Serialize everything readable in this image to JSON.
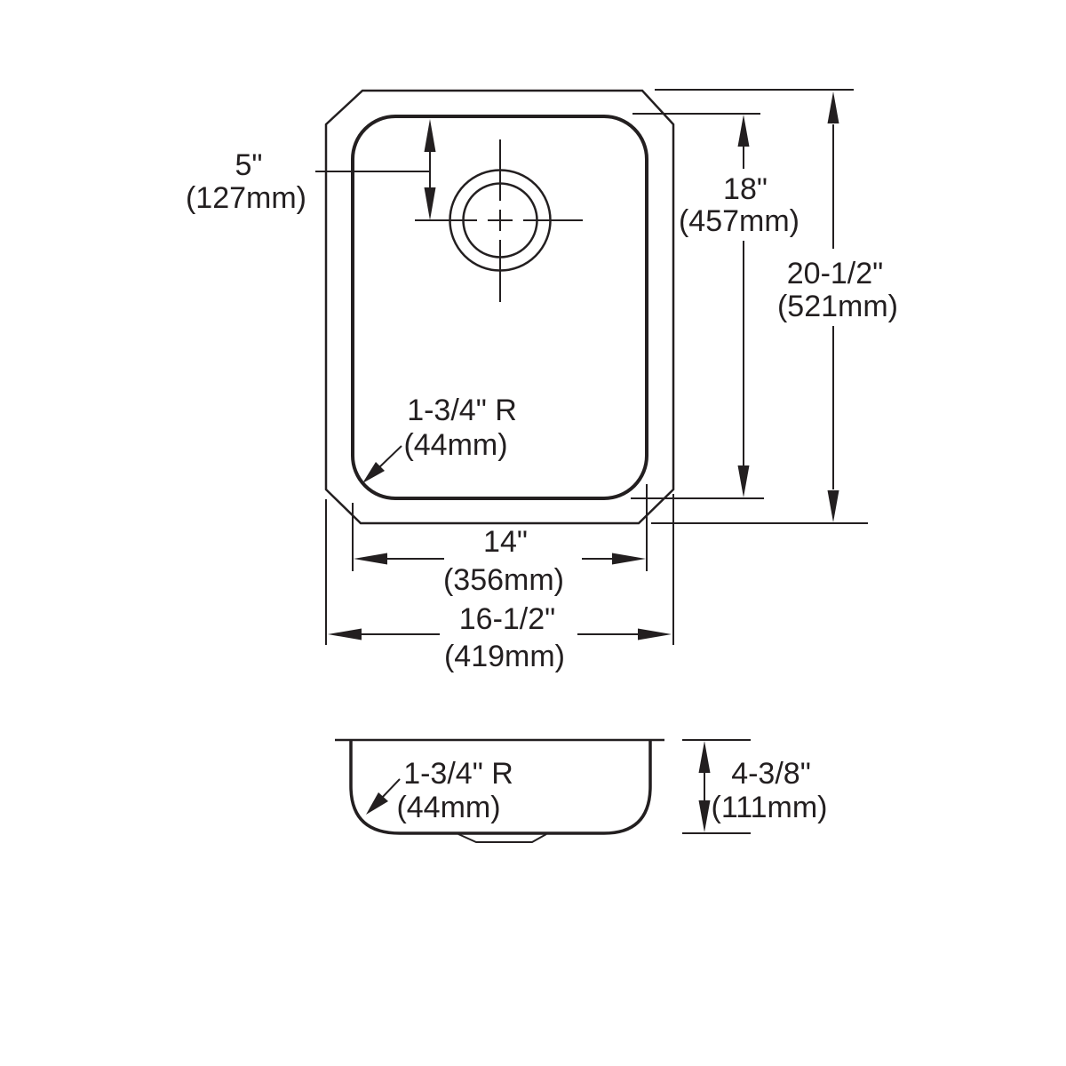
{
  "colors": {
    "line": "#231f20",
    "background": "#ffffff"
  },
  "top_view": {
    "drain_offset": {
      "in": "5\"",
      "mm": "(127mm)"
    },
    "bowl_length": {
      "in": "18\"",
      "mm": "(457mm)"
    },
    "overall_length": {
      "in": "20-1/2\"",
      "mm": "(521mm)"
    },
    "corner_radius": {
      "in": "1-3/4\" R",
      "mm": "(44mm)"
    },
    "bowl_width": {
      "in": "14\"",
      "mm": "(356mm)"
    },
    "overall_width": {
      "in": "16-1/2\"",
      "mm": "(419mm)"
    }
  },
  "side_view": {
    "corner_radius": {
      "in": "1-3/4\" R",
      "mm": "(44mm)"
    },
    "bowl_depth": {
      "in": "4-3/8\"",
      "mm": "(111mm)"
    }
  }
}
